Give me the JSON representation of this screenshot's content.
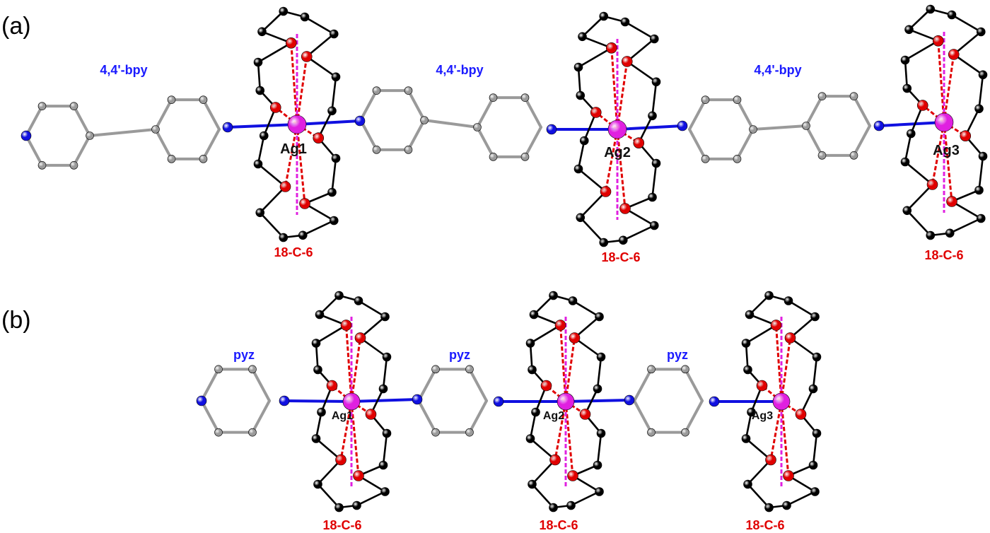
{
  "panels": [
    {
      "label": "(a)",
      "ligand_label": "4,4'-bpy",
      "crown_label": "18-C-6",
      "metals": [
        "Ag1",
        "Ag2",
        "Ag3"
      ]
    },
    {
      "label": "(b)",
      "ligand_label": "pyz",
      "crown_label": "18-C-6",
      "metals": [
        "Ag1",
        "Ag2",
        "Ag3"
      ]
    }
  ],
  "colors": {
    "silver": "#e020e0",
    "oxygen": "#e00000",
    "nitrogen": "#1010e0",
    "carbon_crown": "#000000",
    "carbon_ligand": "#9a9a9a",
    "ligand_text": "#1a1aff",
    "crown_text": "#e00000"
  }
}
